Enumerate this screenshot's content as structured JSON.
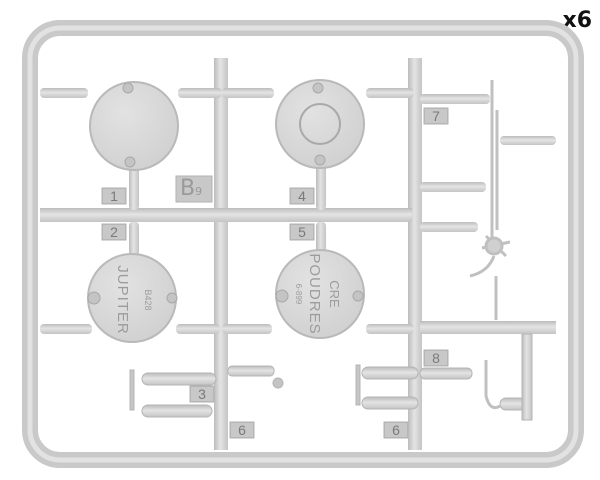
{
  "quantity_label": "x6",
  "sprue_code": "B",
  "sprue_code_sub": "9",
  "part_numbers": [
    "1",
    "2",
    "3",
    "4",
    "5",
    "6",
    "6",
    "7",
    "8"
  ],
  "lids": [
    {
      "title": "",
      "sub": ""
    },
    {
      "title": "",
      "sub": ""
    },
    {
      "title": "JUPITER",
      "sub": "B428"
    },
    {
      "title": "POUDRES",
      "sub": "CRE",
      "sub2": "6-899"
    }
  ],
  "colors": {
    "plastic": "#d6d6d6",
    "plastic_shade": "#bdbdbd",
    "plastic_light": "#e6e6e6",
    "text": "#111111"
  }
}
